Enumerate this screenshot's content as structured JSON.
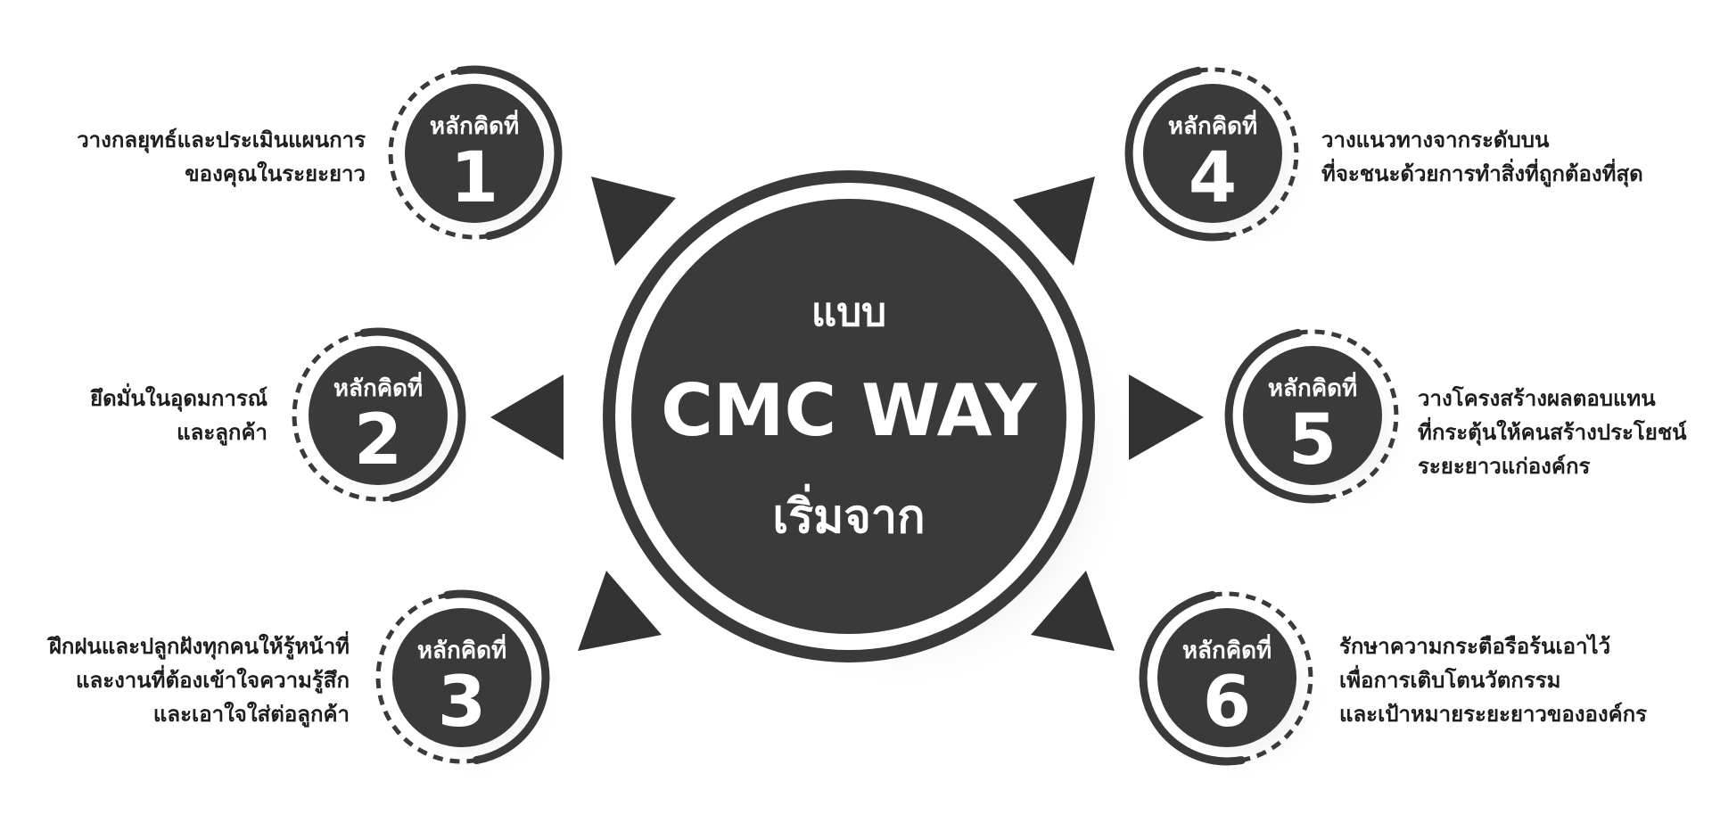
{
  "colors": {
    "dark": "#3a3a3a",
    "text": "#1e1e1e",
    "white": "#ffffff",
    "shadow": "#9a9a9a"
  },
  "center": {
    "line1": "แบบ",
    "line2": "CMC WAY",
    "line3": "เริ่มจาก"
  },
  "principles": [
    {
      "heading": "หลักคิดที่",
      "number": "1",
      "lines": [
        "วางกลยุทธ์และประเมินแผนการ",
        "ของคุณในระยะยาว"
      ]
    },
    {
      "heading": "หลักคิดที่",
      "number": "2",
      "lines": [
        "ยึดมั่นในอุดมการณ์",
        "และลูกค้า"
      ]
    },
    {
      "heading": "หลักคิดที่",
      "number": "3",
      "lines": [
        "ฝึกฝนและปลูกฝังทุกคนให้รู้หน้าที่",
        "และงานที่ต้องเข้าใจความรู้สึก",
        "และเอาใจใส่ต่อลูกค้า"
      ]
    },
    {
      "heading": "หลักคิดที่",
      "number": "4",
      "lines": [
        "วางแนวทางจากระดับบน",
        "ที่จะชนะด้วยการทำสิ่งที่ถูกต้องที่สุด"
      ]
    },
    {
      "heading": "หลักคิดที่",
      "number": "5",
      "lines": [
        "วางโครงสร้างผลตอบแทน",
        "ที่กระตุ้นให้คนสร้างประโยชน์",
        "ระยะยาวแก่องค์กร"
      ]
    },
    {
      "heading": "หลักคิดที่",
      "number": "6",
      "lines": [
        "รักษาความกระตือรือร้นเอาไว้",
        "เพื่อการเติบโตนวัตกรรม",
        "และเป้าหมายระยะยาวขององค์กร"
      ]
    }
  ]
}
